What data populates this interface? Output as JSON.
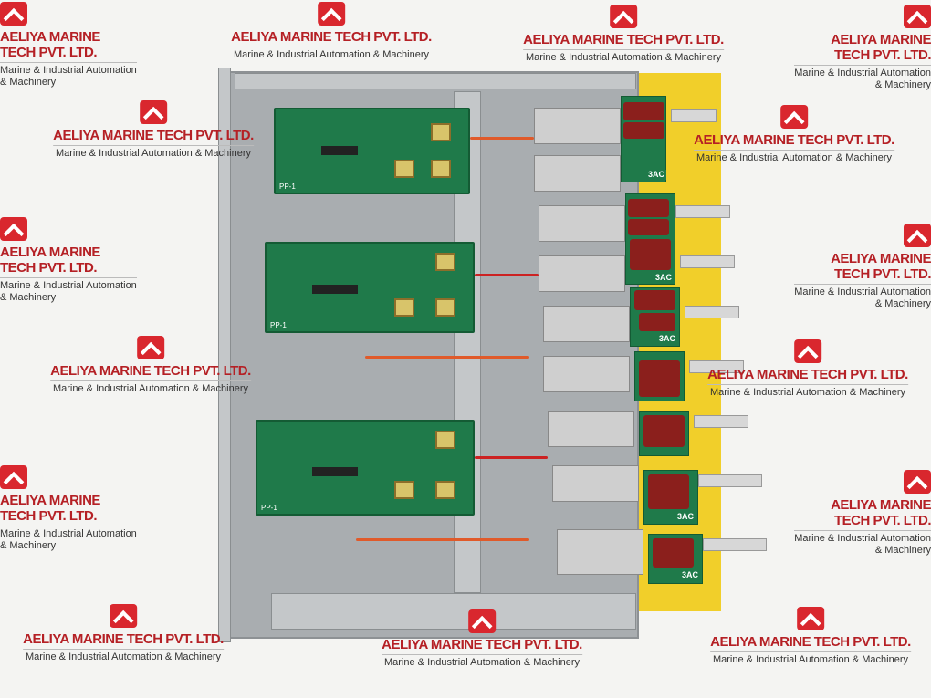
{
  "watermark": {
    "company": "AELIYA MARINE TECH PVT. LTD.",
    "tagline": "Marine & Industrial Automation & Machinery",
    "brand_color": "#d9272e"
  },
  "product": {
    "board_label": "PP-1",
    "module_label": "3AC"
  }
}
